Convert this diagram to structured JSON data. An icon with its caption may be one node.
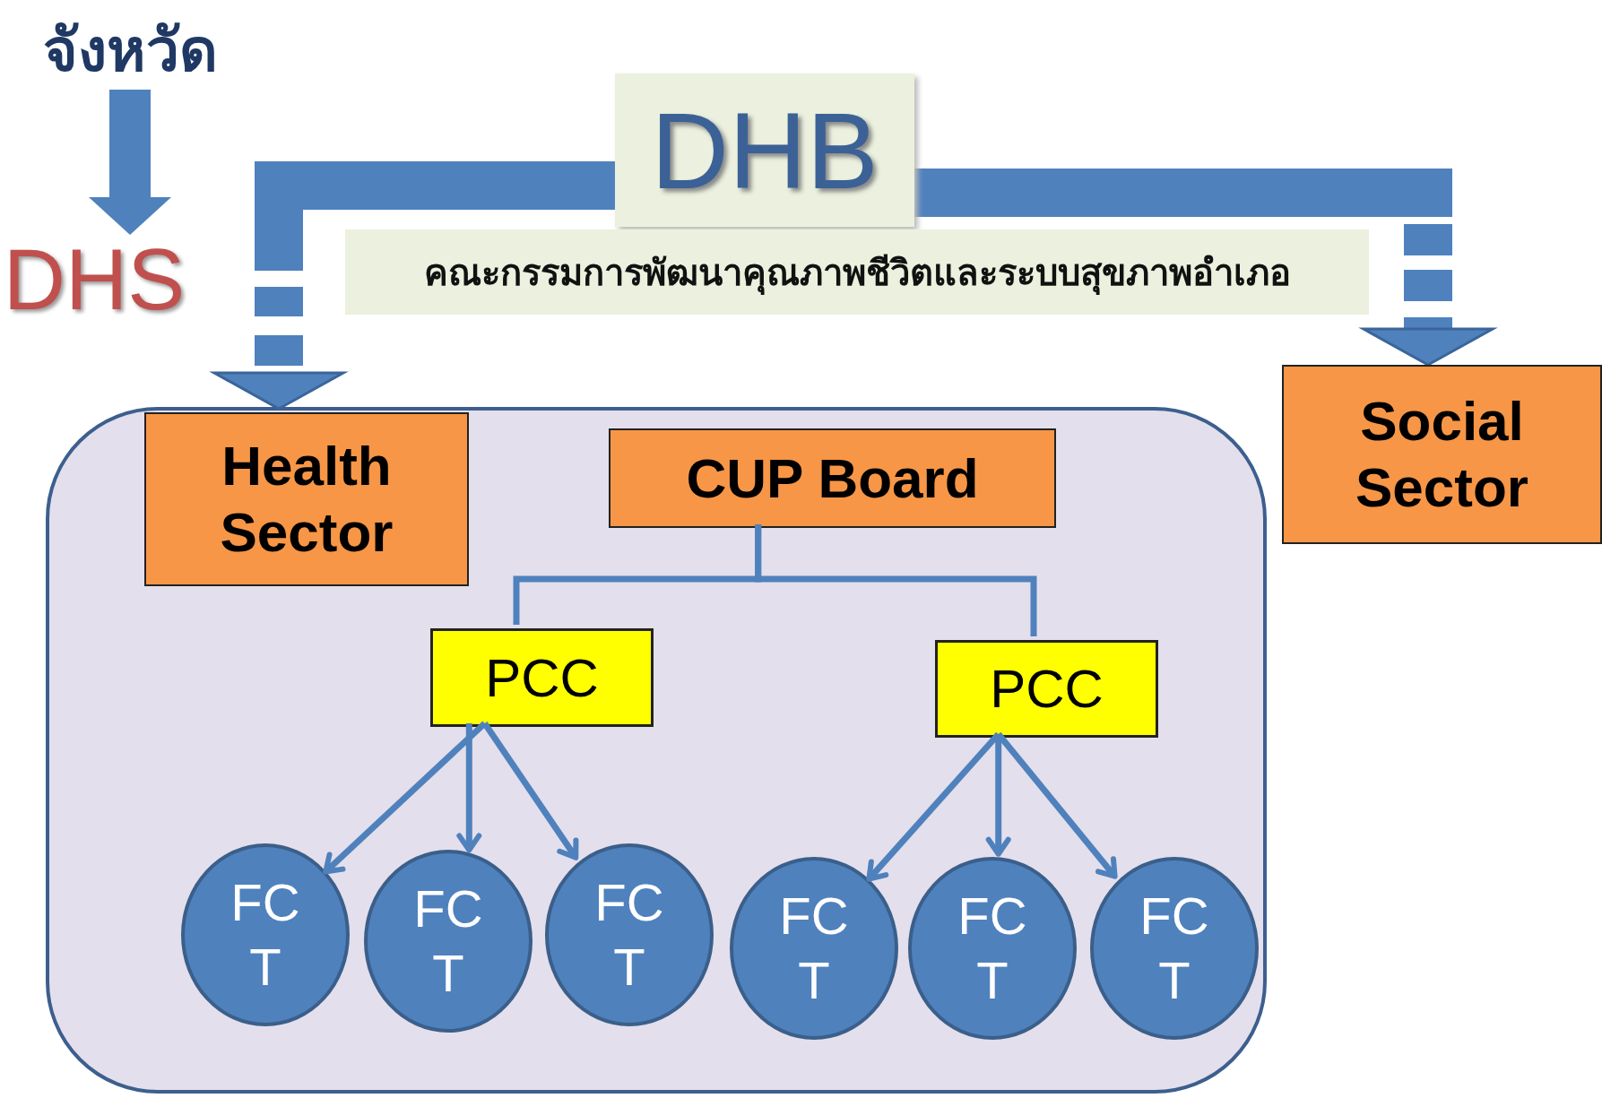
{
  "diagram": {
    "nodes": [
      {
        "text": [
          "จังหวัด"
        ]
      },
      {
        "text": [
          "DHS"
        ]
      },
      {
        "text": [
          "DHB"
        ]
      },
      {
        "text": [
          "คณะกรรมการพัฒนาคุณภาพชีวิตและระบบสุขภาพอำเภอ"
        ]
      },
      {
        "text": [
          "Social Sector"
        ]
      },
      {
        "text": [],
        "shape": "box"
      },
      {
        "text": [
          "Health Sector"
        ],
        "in": 5
      },
      {
        "text": [
          "CUP Board"
        ],
        "in": 5
      },
      {
        "text": [
          "PCC"
        ],
        "in": 5
      },
      {
        "text": [
          "PCC"
        ],
        "in": 5
      },
      {
        "text": [
          "FC T"
        ],
        "in": 5
      },
      {
        "text": [
          "FC T"
        ],
        "in": 5
      },
      {
        "text": [
          "FC T"
        ],
        "in": 5
      },
      {
        "text": [
          "FC T"
        ],
        "in": 5
      },
      {
        "text": [
          "FC T"
        ],
        "in": 5
      },
      {
        "text": [
          "FC T"
        ],
        "in": 5
      }
    ],
    "edges": [
      {
        "from": 0,
        "to": 1,
        "arrow": "to",
        "style": "thick"
      },
      {
        "from": 2,
        "to": 6,
        "arrow": "to",
        "style": "dashed"
      },
      {
        "from": 2,
        "to": 4,
        "arrow": "to",
        "style": "dashed"
      },
      {
        "from": 7,
        "to": 8,
        "arrow": "none"
      },
      {
        "from": 7,
        "to": 9,
        "arrow": "none"
      },
      {
        "from": 8,
        "to": 10,
        "arrow": "to"
      },
      {
        "from": 8,
        "to": 11,
        "arrow": "to"
      },
      {
        "from": 8,
        "to": 12,
        "arrow": "to"
      },
      {
        "from": 9,
        "to": 13,
        "arrow": "to"
      },
      {
        "from": 9,
        "to": 14,
        "arrow": "to"
      },
      {
        "from": 9,
        "to": 15,
        "arrow": "to"
      }
    ]
  }
}
